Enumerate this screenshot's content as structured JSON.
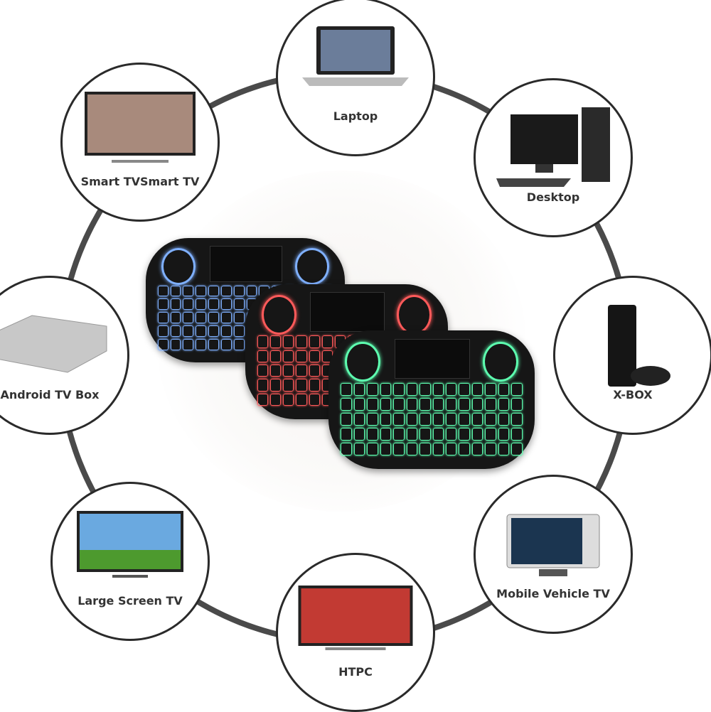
{
  "nodes": [
    {
      "label": "Laptop",
      "icon": "laptop-icon"
    },
    {
      "label": "Smart TVSmart TV",
      "icon": "smart-tv-icon"
    },
    {
      "label": "Desktop",
      "icon": "desktop-icon"
    },
    {
      "label": "Android TV Box",
      "icon": "tv-box-icon"
    },
    {
      "label": "X-BOX",
      "icon": "xbox-icon"
    },
    {
      "label": "Large Screen TV",
      "icon": "tv-icon"
    },
    {
      "label": "Mobile Vehicle TV",
      "icon": "vehicle-tv-icon"
    },
    {
      "label": "HTPC",
      "icon": "htpc-icon"
    }
  ],
  "keyboards": [
    {
      "backlight": "#7fb0ff"
    },
    {
      "backlight": "#ff5a5a"
    },
    {
      "backlight": "#5dffb0"
    }
  ]
}
